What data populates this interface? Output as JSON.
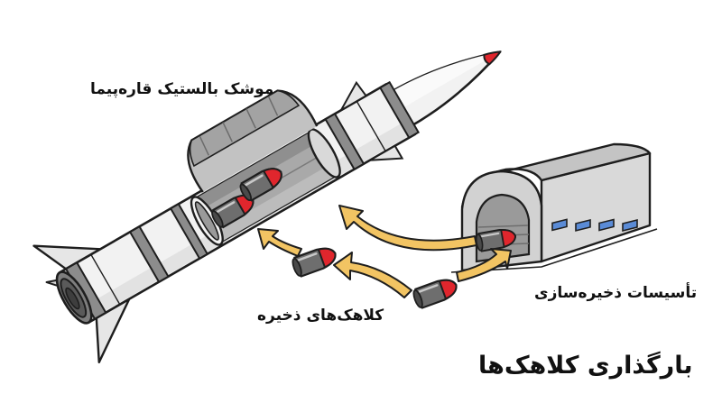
{
  "labels": {
    "missile": "موشک بالستیک قاره‌پیما",
    "storage": "تأسیسات ذخیره‌سازی",
    "spare_warheads": "کلاهک‌های ذخیره",
    "title": "بارگذاری کلاهک‌ها"
  },
  "colors": {
    "outline": "#1e1e1e",
    "missile_body": "#f2f2f2",
    "band_gray": "#8c8c8c",
    "interior": "#a9a9a9",
    "warhead_tip": "#e0262d",
    "warhead_body": "#6e6e6e",
    "arrow": "#f2c463",
    "window": "#5a8bd6",
    "building": "#d9d9d9"
  }
}
